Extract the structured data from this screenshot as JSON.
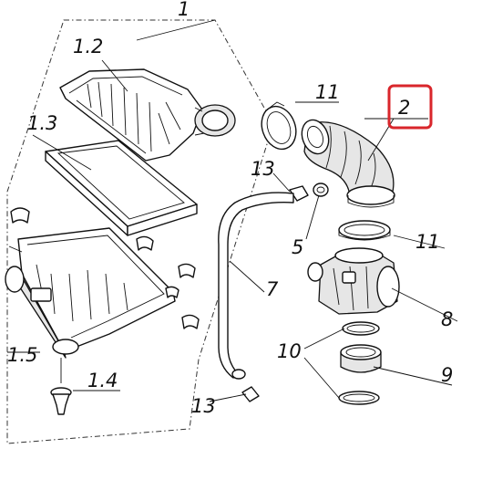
{
  "labels": {
    "p1": "1",
    "p1_2": "1.2",
    "p1_3": "1.3",
    "p1_4": "1.4",
    "p1_5": "1.5",
    "p2": "2",
    "p5": "5",
    "p7": "7",
    "p8": "8",
    "p9": "9",
    "p10": "10",
    "p11_top": "11",
    "p11_bottom": "11",
    "p13_top": "13",
    "p13_bottom": "13"
  },
  "highlight": {
    "part": "2",
    "color": "#d9262b"
  }
}
